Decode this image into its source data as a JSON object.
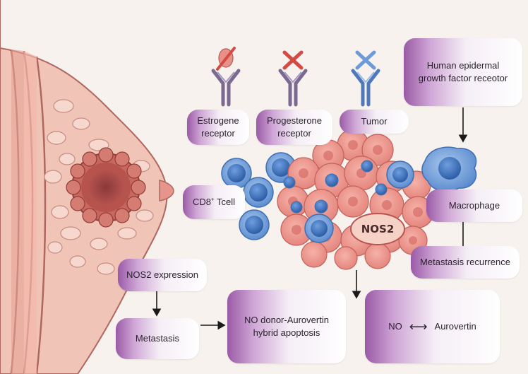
{
  "receptors": {
    "estrogen": "Estrogene\nreceptor",
    "progesterone": "Progesterone\nreceptor",
    "tumor": "Tumor"
  },
  "her2": {
    "line1": "Human epidermal",
    "line2": "growth factor receotor"
  },
  "cd8": {
    "main": "CD8",
    "sup": "+",
    "rest": " Tcell"
  },
  "nos2_center": "NOS2",
  "macrophage": "Macrophage",
  "metastasis_recurrence": "Metastasis recurrence",
  "nos2_expression": "NOS2 expression",
  "metastasis": "Metastasis",
  "hybrid": {
    "line1": "NO donor-Aurovertin",
    "line2": "hybrid apoptosis"
  },
  "no_aurovertin": {
    "left": "NO",
    "right": "Aurovertin",
    "arrow": "⟷"
  },
  "colors": {
    "purple": "#9a5aa6",
    "skin": "#f2c2b4",
    "tumor_cell": "#e98a82",
    "tcell": "#5d8ccf"
  }
}
